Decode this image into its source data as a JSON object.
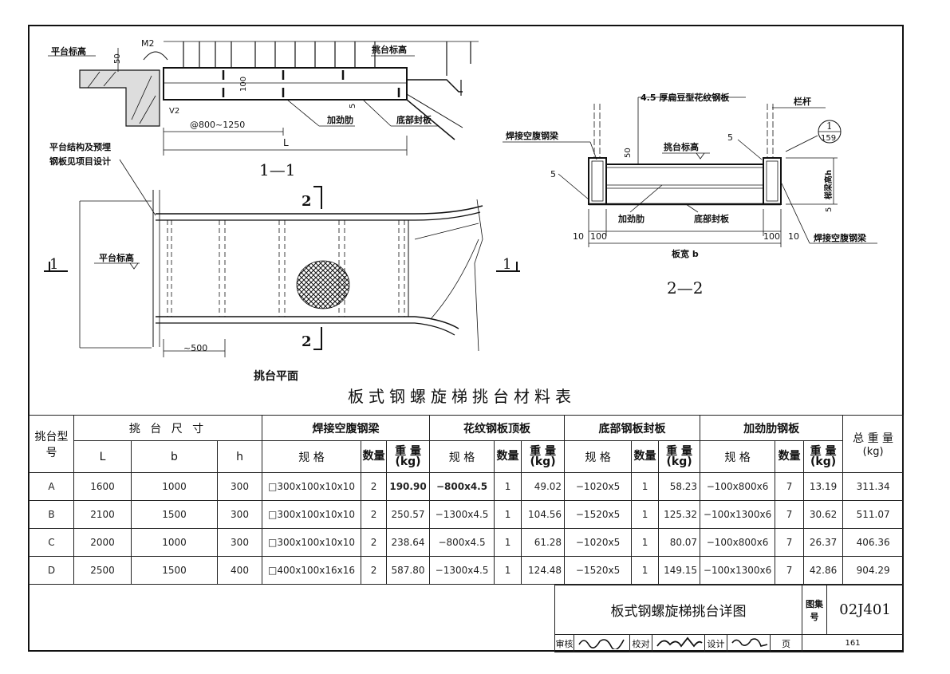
{
  "drawing": {
    "section_11": {
      "label": "1—1",
      "platform_level": "平台标高",
      "cantilever_level": "挑台标高",
      "dim_50": "50",
      "m2": "M2",
      "v2": "V2",
      "dim_100": "100",
      "dim_5": "5",
      "spacing": "@800~1250",
      "length": "L",
      "stiffener": "加劲肋",
      "bottom_plate": "底部封板",
      "note_line1": "平台结构及预埋",
      "note_line2": "钢板见项目设计"
    },
    "plan": {
      "title": "挑台平面",
      "platform_level": "平台标高",
      "cut1_left": "1",
      "cut1_right": "1",
      "cut2_top": "2",
      "cut2_bottom": "2",
      "dim_500": "~500"
    },
    "section_22": {
      "label": "2—2",
      "top_plate": "4.5 厚扁豆型花纹钢板",
      "railing": "栏杆",
      "welded_beam_left": "焊接空腹钢梁",
      "welded_beam_right": "焊接空腹钢梁",
      "cantilever_level": "挑台标高",
      "dim_50": "50",
      "weld_5_left": "5",
      "weld_5_right": "5",
      "stiffener": "加劲肋",
      "bottom_plate": "底部封板",
      "beam_height": "梯梁高h",
      "dim_5": "5",
      "dim_10_left": "10",
      "dim_100_left": "100",
      "dim_100_right": "100",
      "dim_10_right": "10",
      "width": "板宽 b",
      "ref_top": "1",
      "ref_bottom": "159"
    }
  },
  "table": {
    "title": "板式钢螺旋梯挑台材料表",
    "headers": {
      "type": "挑台型号",
      "size": "挑 台 尺 寸",
      "beam": "焊接空腹钢梁",
      "top_plate": "花纹钢板顶板",
      "bottom_plate": "底部钢板封板",
      "stiffener": "加劲肋钢板",
      "total": "总 重 量",
      "total_unit": "(kg)",
      "L": "L",
      "b": "b",
      "h": "h",
      "spec": "规 格",
      "qty": "数量",
      "weight": "重 量",
      "weight_unit": "(kg)"
    },
    "rows": [
      {
        "type": "A",
        "L": "1600",
        "b": "1000",
        "h": "300",
        "beam_spec": "□300x100x10x10",
        "beam_qty": "2",
        "beam_wt": "190.90",
        "top_spec": "−800x4.5",
        "top_qty": "1",
        "top_wt": "49.02",
        "bot_spec": "−1020x5",
        "bot_qty": "1",
        "bot_wt": "58.23",
        "stf_spec": "−100x800x6",
        "stf_qty": "7",
        "stf_wt": "13.19",
        "total": "311.34"
      },
      {
        "type": "B",
        "L": "2100",
        "b": "1500",
        "h": "300",
        "beam_spec": "□300x100x10x10",
        "beam_qty": "2",
        "beam_wt": "250.57",
        "top_spec": "−1300x4.5",
        "top_qty": "1",
        "top_wt": "104.56",
        "bot_spec": "−1520x5",
        "bot_qty": "1",
        "bot_wt": "125.32",
        "stf_spec": "−100x1300x6",
        "stf_qty": "7",
        "stf_wt": "30.62",
        "total": "511.07"
      },
      {
        "type": "C",
        "L": "2000",
        "b": "1000",
        "h": "300",
        "beam_spec": "□300x100x10x10",
        "beam_qty": "2",
        "beam_wt": "238.64",
        "top_spec": "−800x4.5",
        "top_qty": "1",
        "top_wt": "61.28",
        "bot_spec": "−1020x5",
        "bot_qty": "1",
        "bot_wt": "80.07",
        "stf_spec": "−100x800x6",
        "stf_qty": "7",
        "stf_wt": "26.37",
        "total": "406.36"
      },
      {
        "type": "D",
        "L": "2500",
        "b": "1500",
        "h": "400",
        "beam_spec": "□400x100x16x16",
        "beam_qty": "2",
        "beam_wt": "587.80",
        "top_spec": "−1300x4.5",
        "top_qty": "1",
        "top_wt": "124.48",
        "bot_spec": "−1520x5",
        "bot_qty": "1",
        "bot_wt": "149.15",
        "stf_spec": "−100x1300x6",
        "stf_qty": "7",
        "stf_wt": "42.86",
        "total": "904.29"
      }
    ]
  },
  "title_block": {
    "drawing_title": "板式钢螺旋梯挑台详图",
    "atlas_label": "图集号",
    "atlas_no": "02J401",
    "review": "审核",
    "check": "校对",
    "design": "设计",
    "page_label": "页",
    "page_no": "161"
  }
}
